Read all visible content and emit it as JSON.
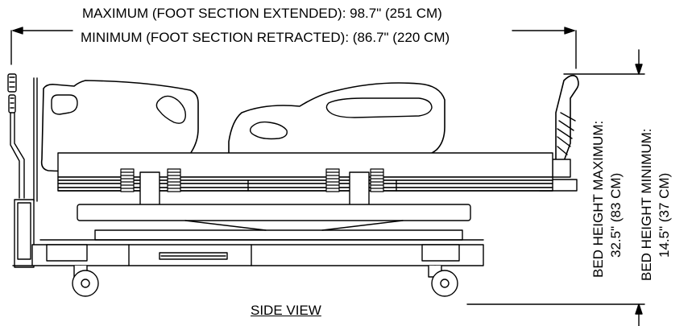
{
  "dimensions": {
    "length_max": "MAXIMUM (FOOT SECTION EXTENDED): 98.7\" (251 CM)",
    "length_min": "MINIMUM (FOOT SECTION RETRACTED): (86.7\" (220 CM)",
    "height_max_label": "BED HEIGHT MAXIMUM:",
    "height_max_value": "32.5\" (83 CM)",
    "height_min_label": "BED HEIGHT MINIMUM:",
    "height_min_value": "14.5\" (37 CM)"
  },
  "view_title": "SIDE VIEW",
  "colors": {
    "line": "#000000",
    "fill": "#ffffff",
    "shadow": "#e6e6e6"
  }
}
